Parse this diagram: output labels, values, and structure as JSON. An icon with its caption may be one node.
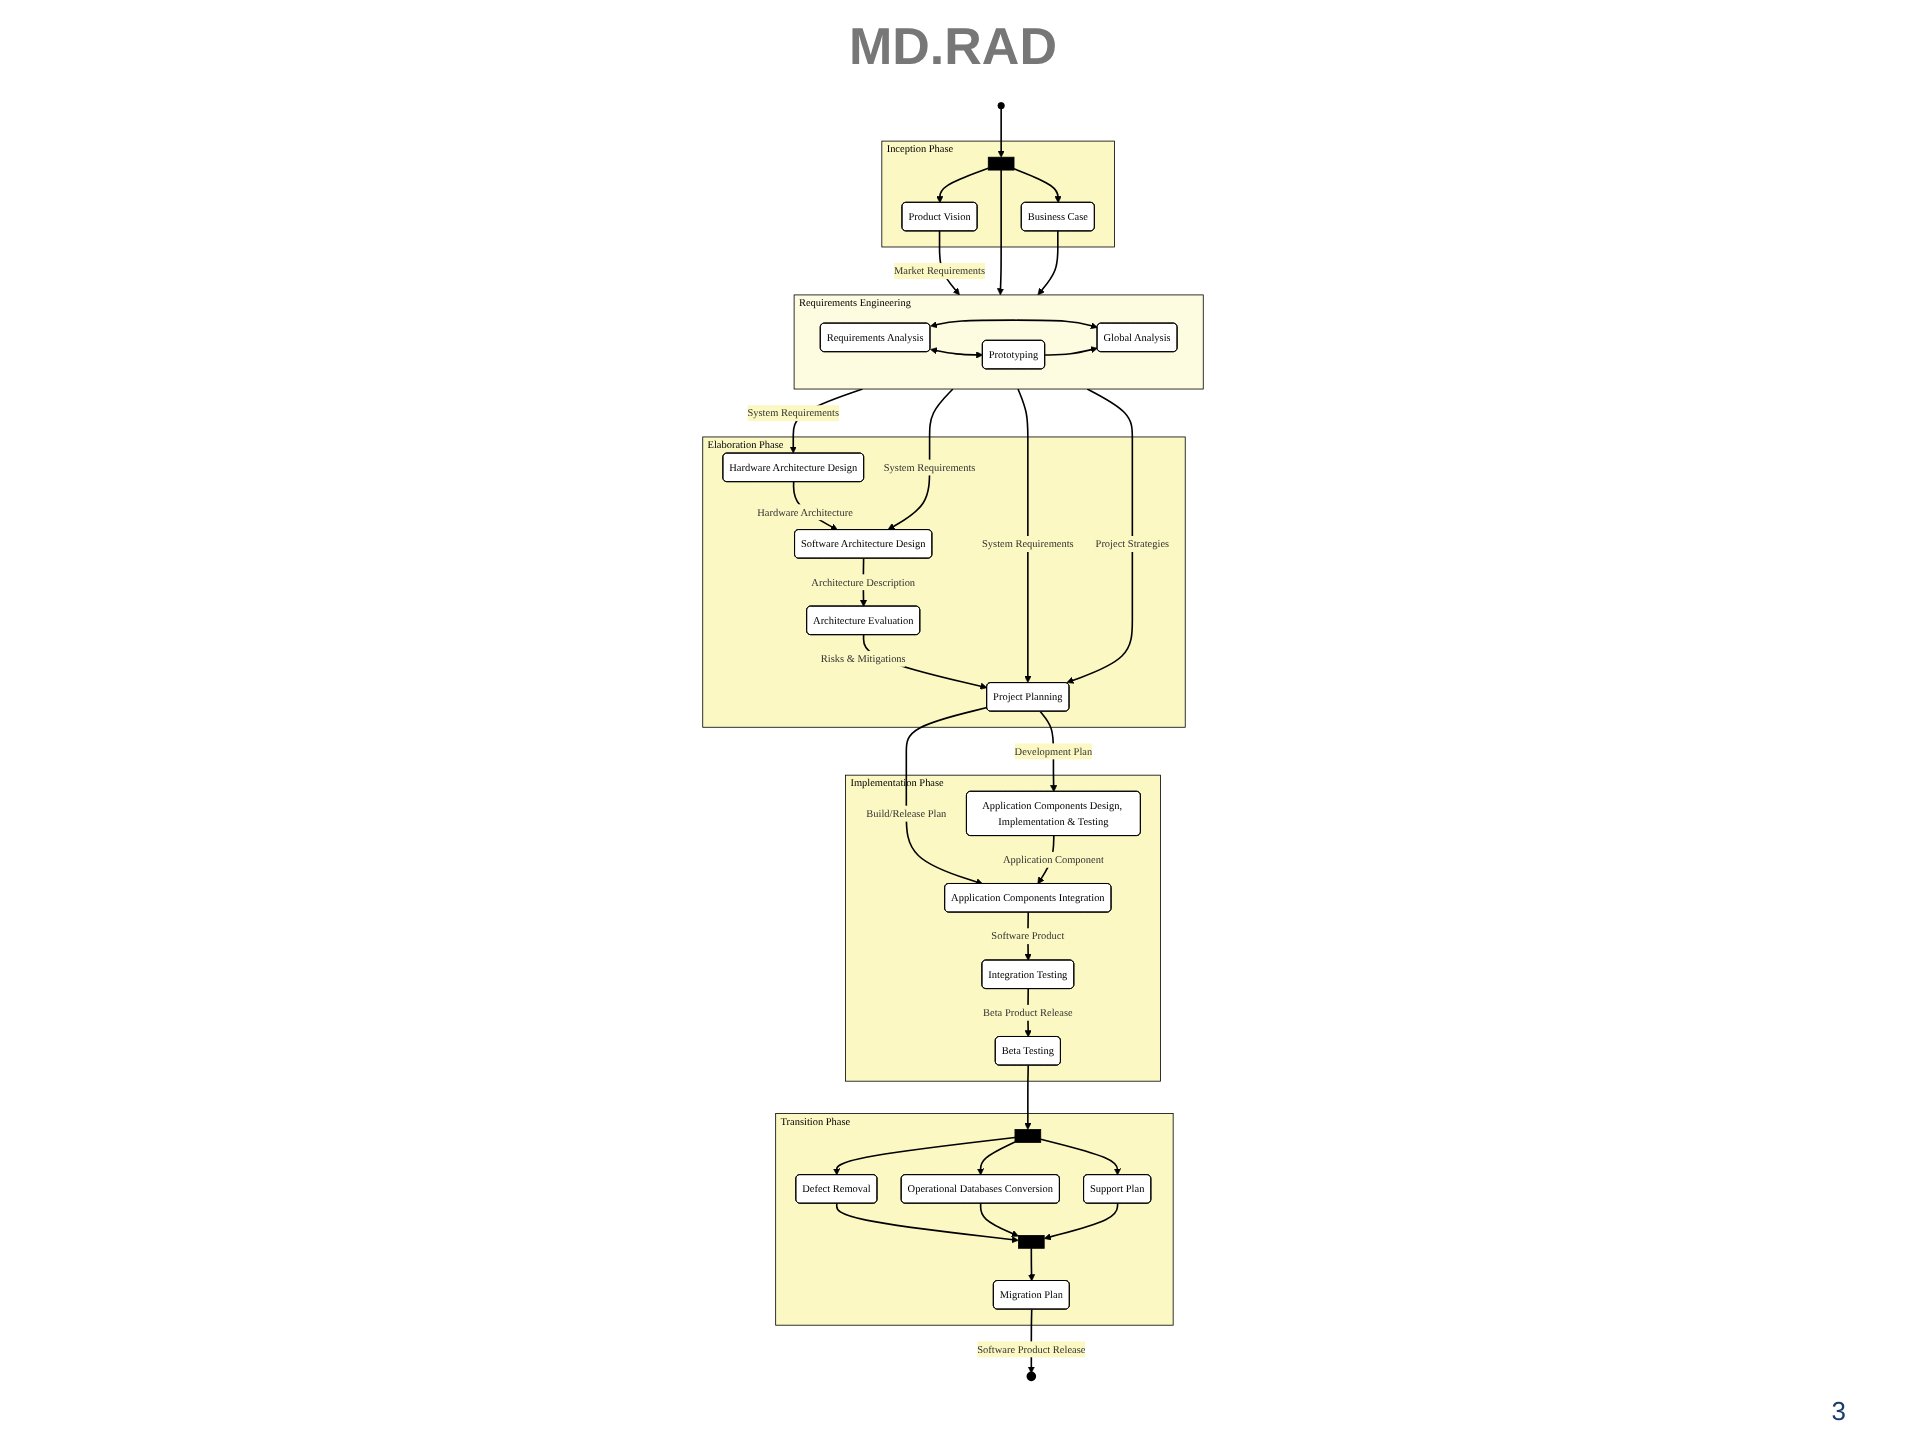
{
  "diagram": {
    "title": "MD.RAD",
    "nodes": [
      {
        "text": [
          "Inception Phase"
        ]
      },
      {
        "text": [],
        "shape": "circle"
      },
      {
        "text": [],
        "shape": "bar",
        "in": 0
      },
      {
        "text": [
          "Product Vision"
        ],
        "in": 0
      },
      {
        "text": [
          "Business Case"
        ],
        "in": 0
      },
      {
        "text": [
          "Requirements Engineering"
        ]
      },
      {
        "text": [
          "Requirements Analysis"
        ],
        "in": 5
      },
      {
        "text": [
          "Prototyping"
        ],
        "in": 5
      },
      {
        "text": [
          "Global Analysis"
        ],
        "in": 5
      },
      {
        "text": [
          "Elaboration Phase"
        ]
      },
      {
        "text": [
          "Hardware Architecture Design"
        ],
        "in": 9
      },
      {
        "text": [
          "Software Architecture Design"
        ],
        "in": 9
      },
      {
        "text": [
          "Architecture Evaluation"
        ],
        "in": 9
      },
      {
        "text": [
          "Project Planning"
        ],
        "in": 9
      },
      {
        "text": [
          "Transition Phase"
        ]
      },
      {
        "text": [
          "Defect Removal"
        ],
        "in": 14
      },
      {
        "text": [
          "Operational Databases Conversion"
        ],
        "in": 14
      },
      {
        "text": [
          "Support Plan"
        ],
        "in": 14
      },
      {
        "text": [],
        "shape": "bar",
        "in": 14
      },
      {
        "text": [],
        "shape": "bar",
        "in": 14
      },
      {
        "text": [
          "Migration Plan"
        ],
        "in": 14
      },
      {
        "text": [],
        "shape": "circle"
      },
      {
        "text": [
          "Implementation Phase"
        ]
      },
      {
        "text": [
          "Application Components Design, Implementation & Testing"
        ],
        "in": 22
      },
      {
        "text": [
          "Application Components Integration"
        ],
        "in": 22
      },
      {
        "text": [
          "Integration Testing"
        ],
        "in": 22
      },
      {
        "text": [
          "Beta Testing"
        ],
        "in": 22
      }
    ],
    "edges": [
      {
        "from": 1,
        "to": 2,
        "arrow": "to"
      },
      {
        "from": 2,
        "to": 3,
        "arrow": "to"
      },
      {
        "from": 2,
        "to": 4,
        "arrow": "to"
      },
      {
        "from": 3,
        "to": 5,
        "arrow": "to",
        "label": "Market Requirements"
      },
      {
        "from": 2,
        "to": 5,
        "arrow": "to"
      },
      {
        "from": 4,
        "to": 5,
        "arrow": "to"
      },
      {
        "from": 6,
        "to": 7,
        "arrow": "both"
      },
      {
        "from": 6,
        "to": 8,
        "arrow": "both"
      },
      {
        "from": 7,
        "to": 8,
        "arrow": "to"
      },
      {
        "from": 5,
        "to": 10,
        "arrow": "to",
        "label": "System Requirements"
      },
      {
        "from": 10,
        "to": 11,
        "arrow": "to",
        "label": "Hardware Architecture"
      },
      {
        "from": 5,
        "to": 11,
        "arrow": "to",
        "label": "System Requirements"
      },
      {
        "from": 11,
        "to": 12,
        "arrow": "to",
        "label": "Architecture Description"
      },
      {
        "from": 5,
        "to": 13,
        "arrow": "to",
        "label": "System Requirements"
      },
      {
        "from": 5,
        "to": 13,
        "arrow": "to",
        "label": "Project Strategies"
      },
      {
        "from": 12,
        "to": 13,
        "arrow": "to",
        "label": "Risks & Mitigations"
      },
      {
        "from": 13,
        "to": 23,
        "arrow": "to",
        "label": "Development Plan"
      },
      {
        "from": 13,
        "to": 24,
        "arrow": "to",
        "label": "Build/Release Plan"
      },
      {
        "from": 23,
        "to": 24,
        "arrow": "to",
        "label": "Application Component"
      },
      {
        "from": 24,
        "to": 25,
        "arrow": "to",
        "label": "Software Product"
      },
      {
        "from": 25,
        "to": 26,
        "arrow": "to",
        "label": "Beta Product Release"
      },
      {
        "from": 26,
        "to": 18,
        "arrow": "to"
      },
      {
        "from": 18,
        "to": 15,
        "arrow": "to"
      },
      {
        "from": 18,
        "to": 16,
        "arrow": "to"
      },
      {
        "from": 18,
        "to": 17,
        "arrow": "to"
      },
      {
        "from": 15,
        "to": 19,
        "arrow": "to"
      },
      {
        "from": 16,
        "to": 19,
        "arrow": "to"
      },
      {
        "from": 17,
        "to": 19,
        "arrow": "to"
      },
      {
        "from": 19,
        "to": 20,
        "arrow": "to"
      },
      {
        "from": 20,
        "to": 21,
        "arrow": "to",
        "label": "Software Product Release"
      }
    ],
    "labels": [
      "3"
    ]
  }
}
